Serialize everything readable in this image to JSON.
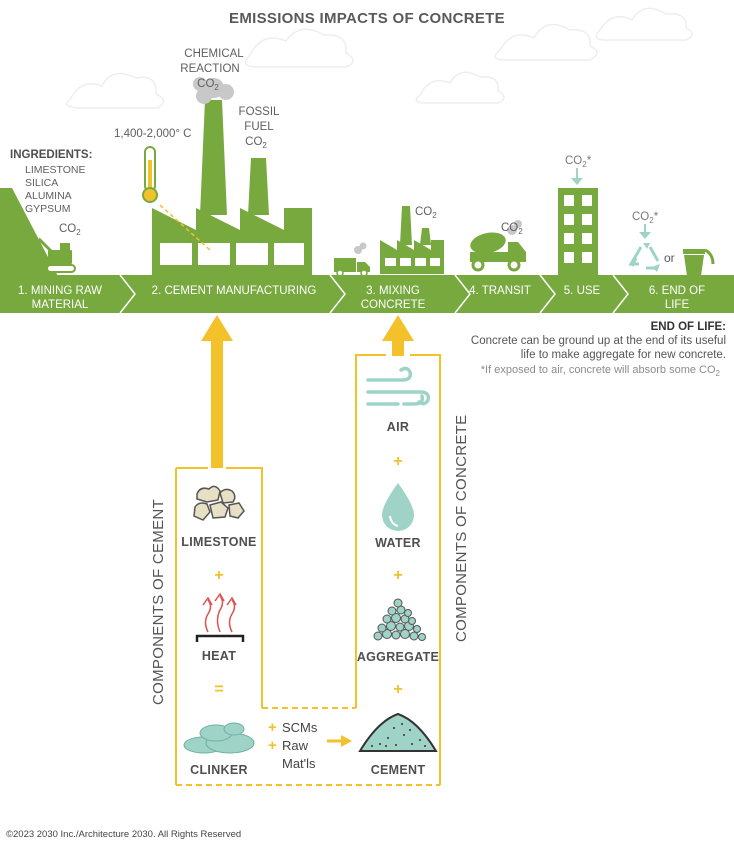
{
  "title": "EMISSIONS IMPACTS OF CONCRETE",
  "chemical_reaction": {
    "line1": "CHEMICAL",
    "line2": "REACTION",
    "co2": "CO",
    "sub": "2"
  },
  "fossil_fuel": {
    "line1": "FOSSIL",
    "line2": "FUEL",
    "co2": "CO",
    "sub": "2"
  },
  "temperature": "1,400-2,000° C",
  "ingredients": {
    "heading": "INGREDIENTS:",
    "items": [
      "LIMESTONE",
      "SILICA",
      "ALUMINA",
      "GYPSUM"
    ]
  },
  "mining_co2": {
    "co2": "CO",
    "sub": "2"
  },
  "mixing_co2": {
    "co2": "CO",
    "sub": "2"
  },
  "transit_co2": {
    "co2": "CO",
    "sub": "2"
  },
  "use_co2": {
    "co2": "CO",
    "sub": "2",
    "mark": "*"
  },
  "eol_co2": {
    "co2": "CO",
    "sub": "2",
    "mark": "*"
  },
  "or_text": "or",
  "stages": [
    {
      "line1": "1. MINING RAW",
      "line2": "MATERIAL"
    },
    {
      "line1": "2. CEMENT MANUFACTURING",
      "line2": ""
    },
    {
      "line1": "3. MIXING",
      "line2": "CONCRETE"
    },
    {
      "line1": "4. TRANSIT",
      "line2": ""
    },
    {
      "line1": "5. USE",
      "line2": ""
    },
    {
      "line1": "6. END OF",
      "line2": "LIFE"
    }
  ],
  "end_of_life_note": {
    "heading": "END OF LIFE:",
    "line1": "Concrete can be ground up at the end of its useful",
    "line2": "life to make aggregate for new concrete.",
    "footnote": "*If exposed to air, concrete will absorb some CO",
    "footnote_sub": "2"
  },
  "cement_components": {
    "side_label": "COMPONENTS OF CEMENT",
    "limestone": "LIMESTONE",
    "plus": "+",
    "heat": "HEAT",
    "equals": "=",
    "clinker": "CLINKER"
  },
  "concrete_components": {
    "side_label": "COMPONENTS OF CONCRETE",
    "air": "AIR",
    "plus": "+",
    "water": "WATER",
    "aggregate": "AGGREGATE",
    "cement": "CEMENT"
  },
  "scms": {
    "plus": "+",
    "line1": "SCMs",
    "line2": "Raw",
    "line3": "Mat'ls"
  },
  "copyright": "©2023 2030 Inc./Architecture 2030. All Rights Reserved",
  "colors": {
    "green": "#77a93f",
    "yellow": "#f3c12a",
    "teal": "#9fd3c7",
    "gray": "#5a5a5a"
  }
}
